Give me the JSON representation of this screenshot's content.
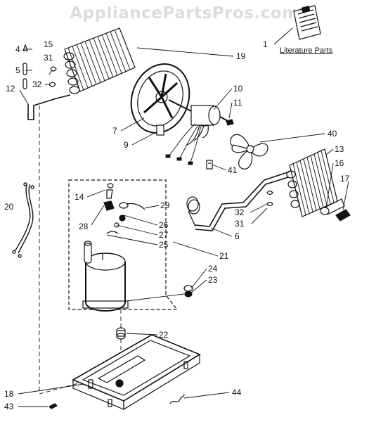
{
  "watermark": "AppliancePartsPros.com",
  "literature_label": "Literature Parts",
  "callouts": [
    "1",
    "19",
    "4",
    "15",
    "5",
    "31",
    "32",
    "12",
    "10",
    "11",
    "7",
    "9",
    "40",
    "13",
    "16",
    "17",
    "41",
    "14",
    "29",
    "28",
    "26",
    "27",
    "25",
    "20",
    "32",
    "31",
    "6",
    "21",
    "24",
    "23",
    "22",
    "18",
    "43",
    "44"
  ]
}
